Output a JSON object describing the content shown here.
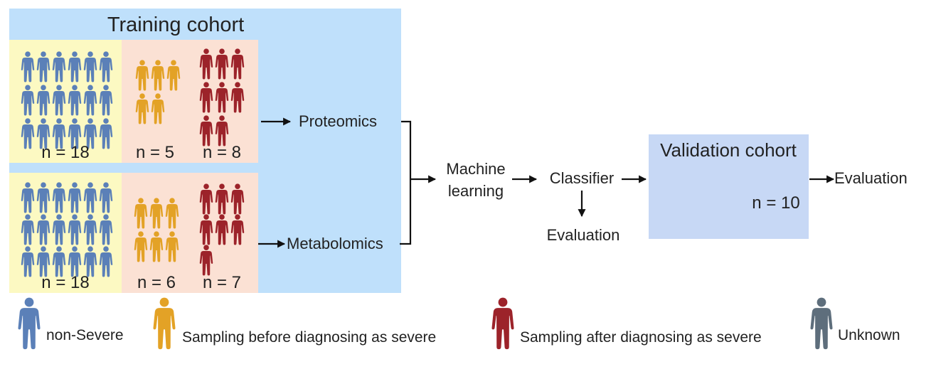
{
  "colors": {
    "training_bg": "#bfe0fb",
    "nonsevere_bg": "#fcf9c2",
    "severe_bg": "#fbe1d4",
    "validation_bg": "#c7d8f5",
    "nonsevere": "#5b80b8",
    "before_severe": "#e3a226",
    "after_severe": "#9c232a",
    "unknown": "#5e6e7c",
    "arrow": "#111111"
  },
  "training": {
    "title": "Training cohort",
    "proteomics": {
      "nonsevere_n": "n = 18",
      "before_n": "n = 5",
      "after_n": "n = 8"
    },
    "metabolomics": {
      "nonsevere_n": "n = 18",
      "before_n": "n = 6",
      "after_n": "n = 7"
    }
  },
  "flow": {
    "proteomics": "Proteomics",
    "metabolomics": "Metabolomics",
    "machine_line1": "Machine",
    "machine_line2": "learning",
    "classifier": "Classifier",
    "evaluation_left": "Evaluation",
    "evaluation_right": "Evaluation"
  },
  "validation": {
    "title": "Validation cohort",
    "n": "n = 10"
  },
  "legend": [
    {
      "label": "non-Severe",
      "color": "#5b80b8"
    },
    {
      "label": "Sampling before diagnosing as severe",
      "color": "#e3a226"
    },
    {
      "label": "Sampling after diagnosing as severe",
      "color": "#9c232a"
    },
    {
      "label": "Unknown",
      "color": "#5e6e7c"
    }
  ]
}
